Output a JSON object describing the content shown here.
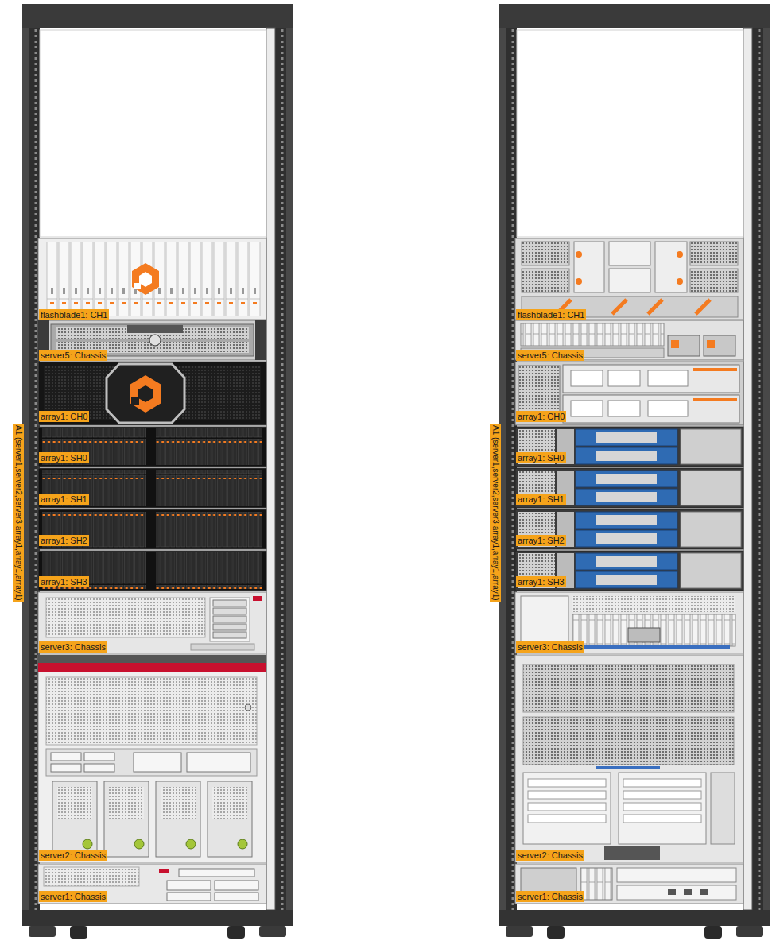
{
  "diagram": {
    "nodes": [
      {
        "text": [
          "A1 (server1,server2,server3,array1,array1,array1)"
        ]
      },
      {
        "text": [
          "flashblade1: CH1"
        ]
      },
      {
        "text": [
          "server5: Chassis"
        ]
      },
      {
        "text": [
          "array1: CH0"
        ]
      },
      {
        "text": [
          "array1: SH0"
        ]
      },
      {
        "text": [
          "array1: SH1"
        ]
      },
      {
        "text": [
          "array1: SH2"
        ]
      },
      {
        "text": [
          "array1: SH3"
        ]
      },
      {
        "text": [
          "server3: Chassis"
        ]
      },
      {
        "text": [
          "server2: Chassis"
        ]
      },
      {
        "text": [
          "server1: Chassis"
        ]
      },
      {
        "text": [
          "A1 (server1,server2,server3,array1,array1,array1)"
        ]
      },
      {
        "text": [
          "flashblade1: CH1"
        ]
      },
      {
        "text": [
          "server5: Chassis"
        ]
      },
      {
        "text": [
          "array1: CH0"
        ]
      },
      {
        "text": [
          "array1: SH0"
        ]
      },
      {
        "text": [
          "array1: SH1"
        ]
      },
      {
        "text": [
          "array1: SH2"
        ]
      },
      {
        "text": [
          "array1: SH3"
        ]
      },
      {
        "text": [
          "server3: Chassis"
        ]
      },
      {
        "text": [
          "server2: Chassis"
        ]
      },
      {
        "text": [
          "server1: Chassis"
        ]
      }
    ]
  }
}
